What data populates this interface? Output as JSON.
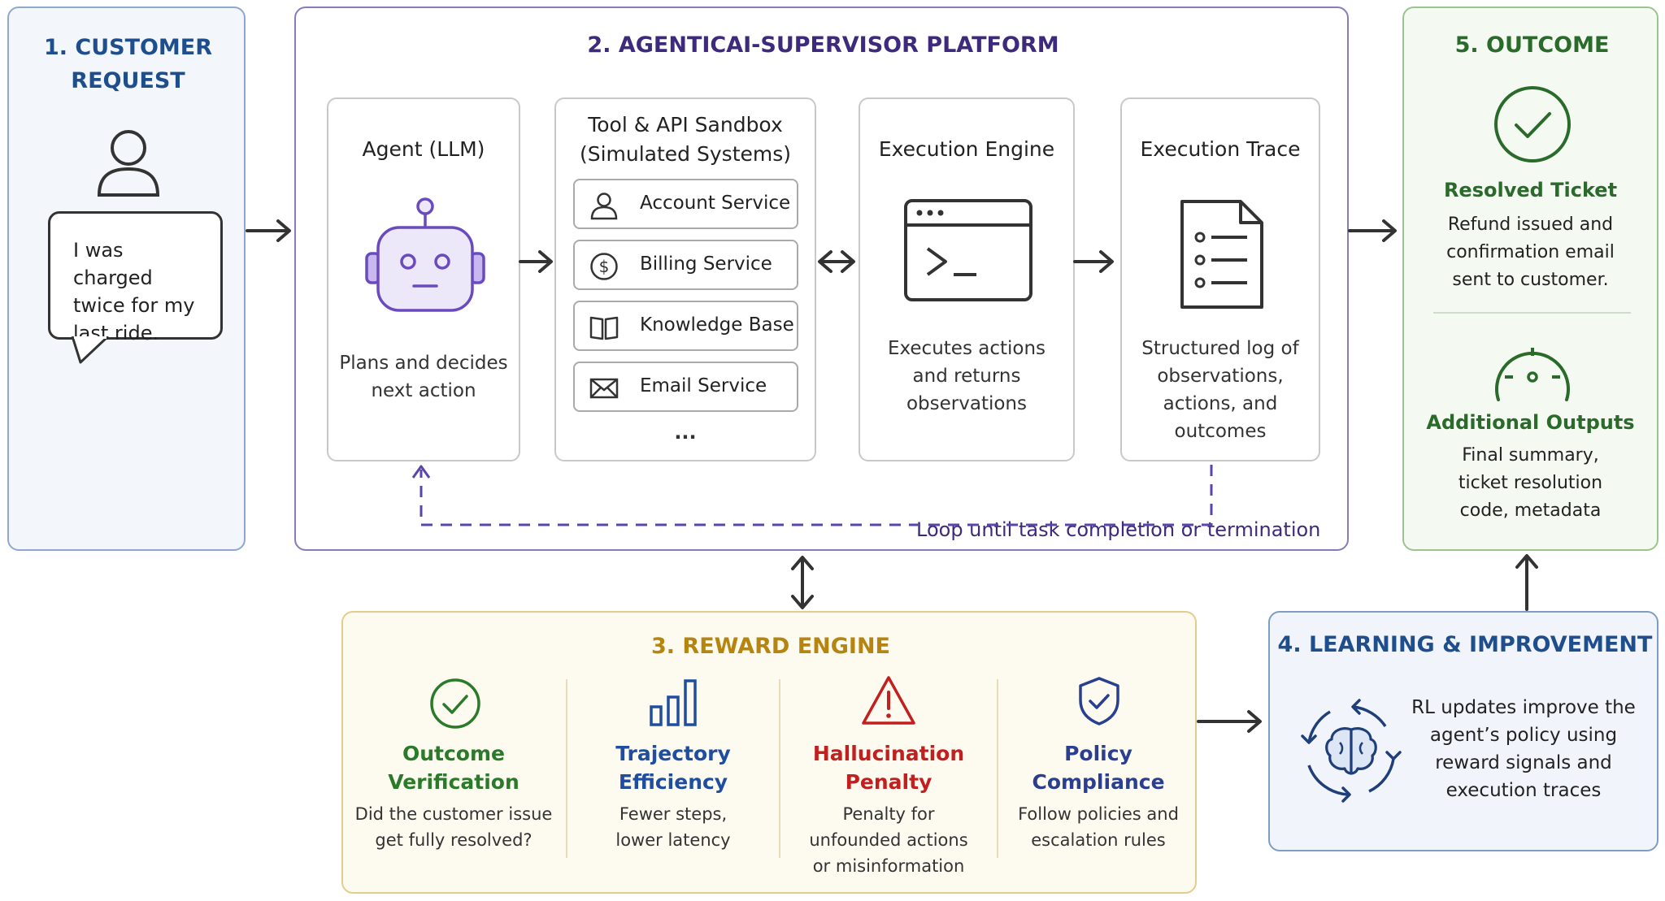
{
  "customer_request": {
    "title_lines": [
      "1. CUSTOMER",
      "REQUEST"
    ],
    "message_lines": [
      "I was charged",
      "twice for my",
      "last ride."
    ],
    "icon": "user-icon"
  },
  "platform": {
    "title": "2. AGENTICAI-SUPERVISOR PLATFORM",
    "agent": {
      "title": "Agent (LLM)",
      "desc_lines": [
        "Plans and decides",
        "next action"
      ],
      "icon": "robot-icon"
    },
    "sandbox": {
      "title_lines": [
        "Tool & API Sandbox",
        "(Simulated Systems)"
      ],
      "services": [
        {
          "label": "Account Service",
          "icon": "user-icon"
        },
        {
          "label": "Billing Service",
          "icon": "dollar-icon"
        },
        {
          "label": "Knowledge Base",
          "icon": "book-icon"
        },
        {
          "label": "Email Service",
          "icon": "envelope-icon"
        }
      ],
      "more": "..."
    },
    "engine": {
      "title": "Execution Engine",
      "desc_lines": [
        "Executes actions",
        "and returns",
        "observations"
      ],
      "icon": "terminal-icon"
    },
    "trace": {
      "title": "Execution Trace",
      "desc_lines": [
        "Structured log of",
        "observations,",
        "actions, and",
        "outcomes"
      ],
      "icon": "document-list-icon"
    },
    "loop_label": "Loop until task completion or termination"
  },
  "reward_engine": {
    "title": "3. REWARD ENGINE",
    "items": [
      {
        "title_lines": [
          "Outcome",
          "Verification"
        ],
        "desc_lines": [
          "Did the customer issue",
          "get fully resolved?"
        ],
        "color": "#2a7a2a",
        "icon": "check-circle-icon"
      },
      {
        "title_lines": [
          "Trajectory",
          "Efficiency"
        ],
        "desc_lines": [
          "Fewer steps,",
          "lower latency"
        ],
        "color": "#1f4ea0",
        "icon": "bar-chart-icon"
      },
      {
        "title_lines": [
          "Hallucination",
          "Penalty"
        ],
        "desc_lines": [
          "Penalty for",
          "unfounded actions",
          "or misinformation"
        ],
        "color": "#c21f1f",
        "icon": "warning-icon"
      },
      {
        "title_lines": [
          "Policy",
          "Compliance"
        ],
        "desc_lines": [
          "Follow policies and",
          "escalation rules"
        ],
        "color": "#2a3f8f",
        "icon": "shield-check-icon"
      }
    ]
  },
  "learning": {
    "title": "4. LEARNING & IMPROVEMENT",
    "desc_lines": [
      "RL updates improve the",
      "agent’s policy using",
      "reward signals and",
      "execution traces"
    ],
    "icon": "brain-cycle-icon"
  },
  "outcome": {
    "title": "5. OUTCOME",
    "resolved": {
      "title": "Resolved Ticket",
      "desc_lines": [
        "Refund issued and",
        "confirmation email",
        "sent to customer."
      ],
      "icon": "check-circle-icon"
    },
    "additional": {
      "title": "Additional Outputs",
      "desc_lines": [
        "Final summary,",
        "ticket resolution",
        "code, metadata"
      ],
      "icon": "gauge-icon"
    }
  }
}
